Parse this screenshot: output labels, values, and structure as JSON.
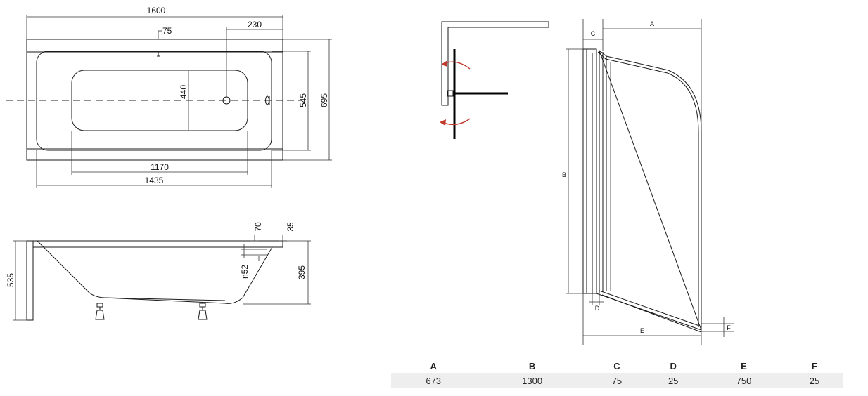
{
  "top_view": {
    "dim_length": "1600",
    "dim_offset": "75",
    "dim_drain_offset": "230",
    "dim_inner_width": "440",
    "dim_width_545": "545",
    "dim_width_695": "695",
    "dim_inner_length": "1170",
    "dim_length_1435": "1435"
  },
  "side_view": {
    "dim_height": "535",
    "dim_70": "70",
    "dim_35": "35",
    "dim_n52": "n52",
    "dim_depth": "395"
  },
  "screen_view": {
    "label_a": "A",
    "label_b": "B",
    "label_c": "C",
    "label_d": "D",
    "label_e": "E",
    "label_f": "F"
  },
  "spec_table": {
    "headers": [
      "A",
      "B",
      "C",
      "D",
      "E",
      "F"
    ],
    "values": [
      "673",
      "1300",
      "75",
      "25",
      "750",
      "25"
    ]
  },
  "colors": {
    "line": "#1a1a1a",
    "arrow": "#c0392b",
    "table_row": "#eeeeee"
  }
}
